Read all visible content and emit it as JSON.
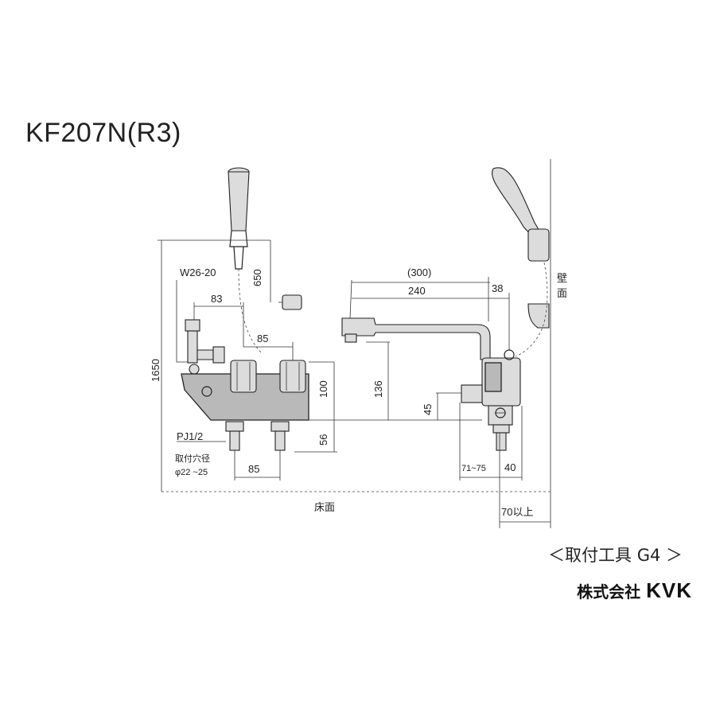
{
  "title": "KF207N(R3)",
  "labels": {
    "thread": "W26-20",
    "pipe": "PJ1/2",
    "hole_label": "取付穴径",
    "hole_range": "φ22 ~25",
    "floor": "床面",
    "wall_1": "壁",
    "wall_2": "面"
  },
  "dimensions": {
    "total_height": "1650",
    "hose_height": "650",
    "joint_offset": "83",
    "handle_pitch_top": "85",
    "body_height": "100",
    "spout_height": "136",
    "spout_reach_total": "(300)",
    "spout_reach": "240",
    "wall_offset": "38",
    "inlet_height": "45",
    "leg_height": "56",
    "leg_pitch": "85",
    "leg_spacing": "71~75",
    "wall_distance": "40",
    "wall_min": "70以上"
  },
  "footer": {
    "tool": "＜取付工具 G4 ＞",
    "company": "株式会社",
    "brand": "KVK"
  },
  "icons": [
    "shower-head-icon",
    "hose-hook-icon",
    "faucet-body-icon",
    "spout-icon"
  ]
}
